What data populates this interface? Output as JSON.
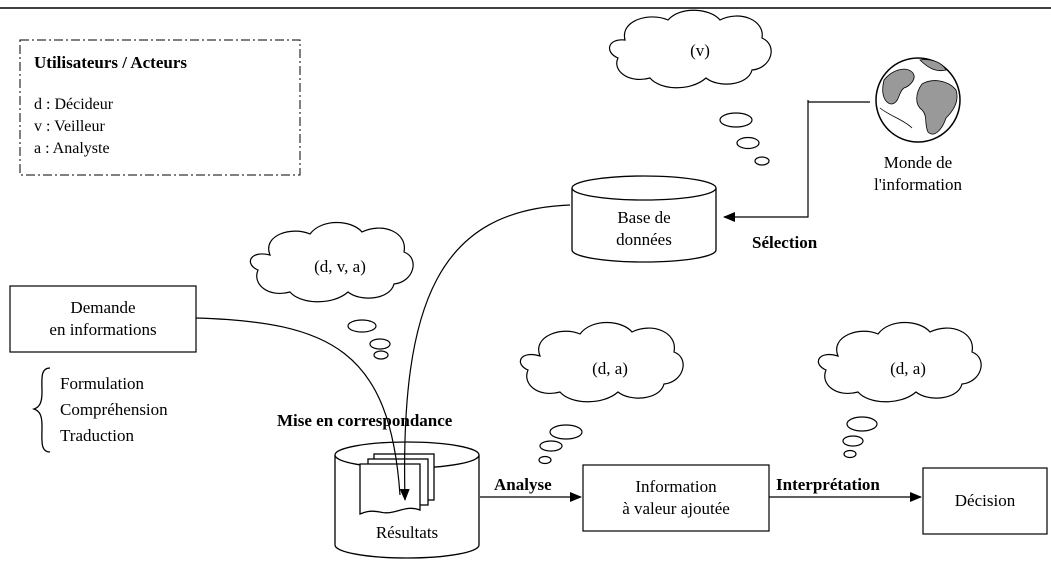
{
  "legend": {
    "title": "Utilisateurs / Acteurs",
    "items": [
      "d : Décideur",
      "v : Veilleur",
      "a : Analyste"
    ]
  },
  "clouds": {
    "top": "(v)",
    "left": "(d, v, a)",
    "analysis": "(d, a)",
    "interpretation": "(d, a)"
  },
  "nodes": {
    "world": [
      "Monde de",
      "l'information"
    ],
    "database": [
      "Base de",
      "données"
    ],
    "demand": [
      "Demande",
      "en informations"
    ],
    "results": "Résultats",
    "added_value": [
      "Information",
      "à valeur ajoutée"
    ],
    "decision": "Décision"
  },
  "demand_steps": [
    "Formulation",
    "Compréhension",
    "Traduction"
  ],
  "flow_labels": {
    "selection": "Sélection",
    "matching": "Mise en correspondance",
    "analysis": "Analyse",
    "interpretation": "Interprétation"
  }
}
